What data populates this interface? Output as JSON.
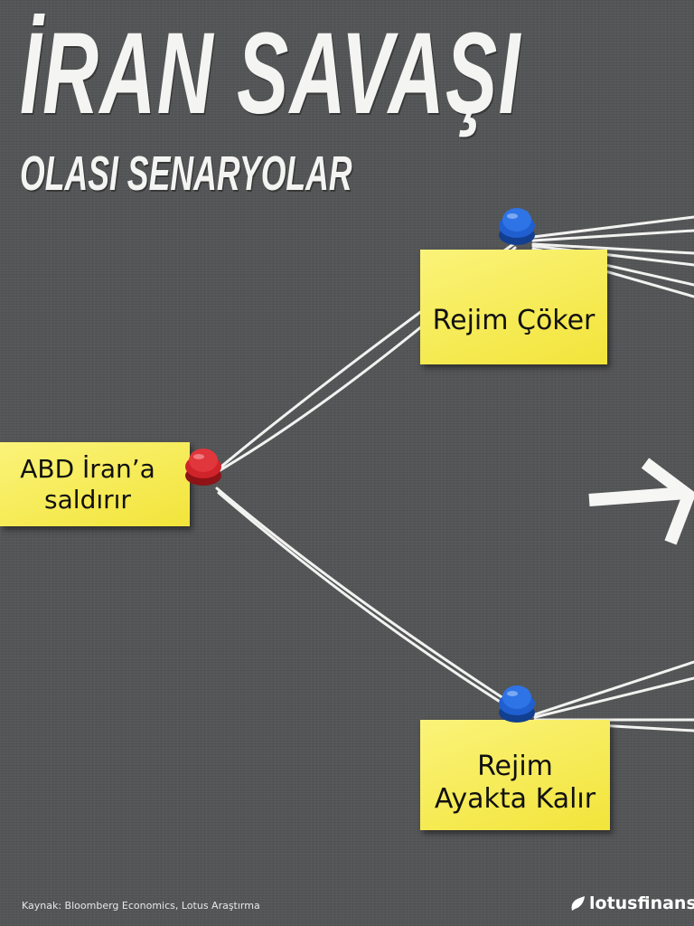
{
  "header": {
    "title": "İRAN SAVAŞI",
    "subtitle": "OLASI SENARYOLAR"
  },
  "nodes": {
    "root": {
      "label": "ABD İran’a saldırır",
      "pin_color": "#cc1f24"
    },
    "upper": {
      "label": "Rejim Çöker",
      "pin_color": "#1f63d0"
    },
    "lower": {
      "label": "Rejim Ayakta Kalır",
      "pin_color": "#1f63d0"
    }
  },
  "note_color": "#f6ea4c",
  "footer": {
    "source": "Kaynak: Bloomberg Economics, Lotus Araştırma",
    "brand": "lotusfinans"
  }
}
